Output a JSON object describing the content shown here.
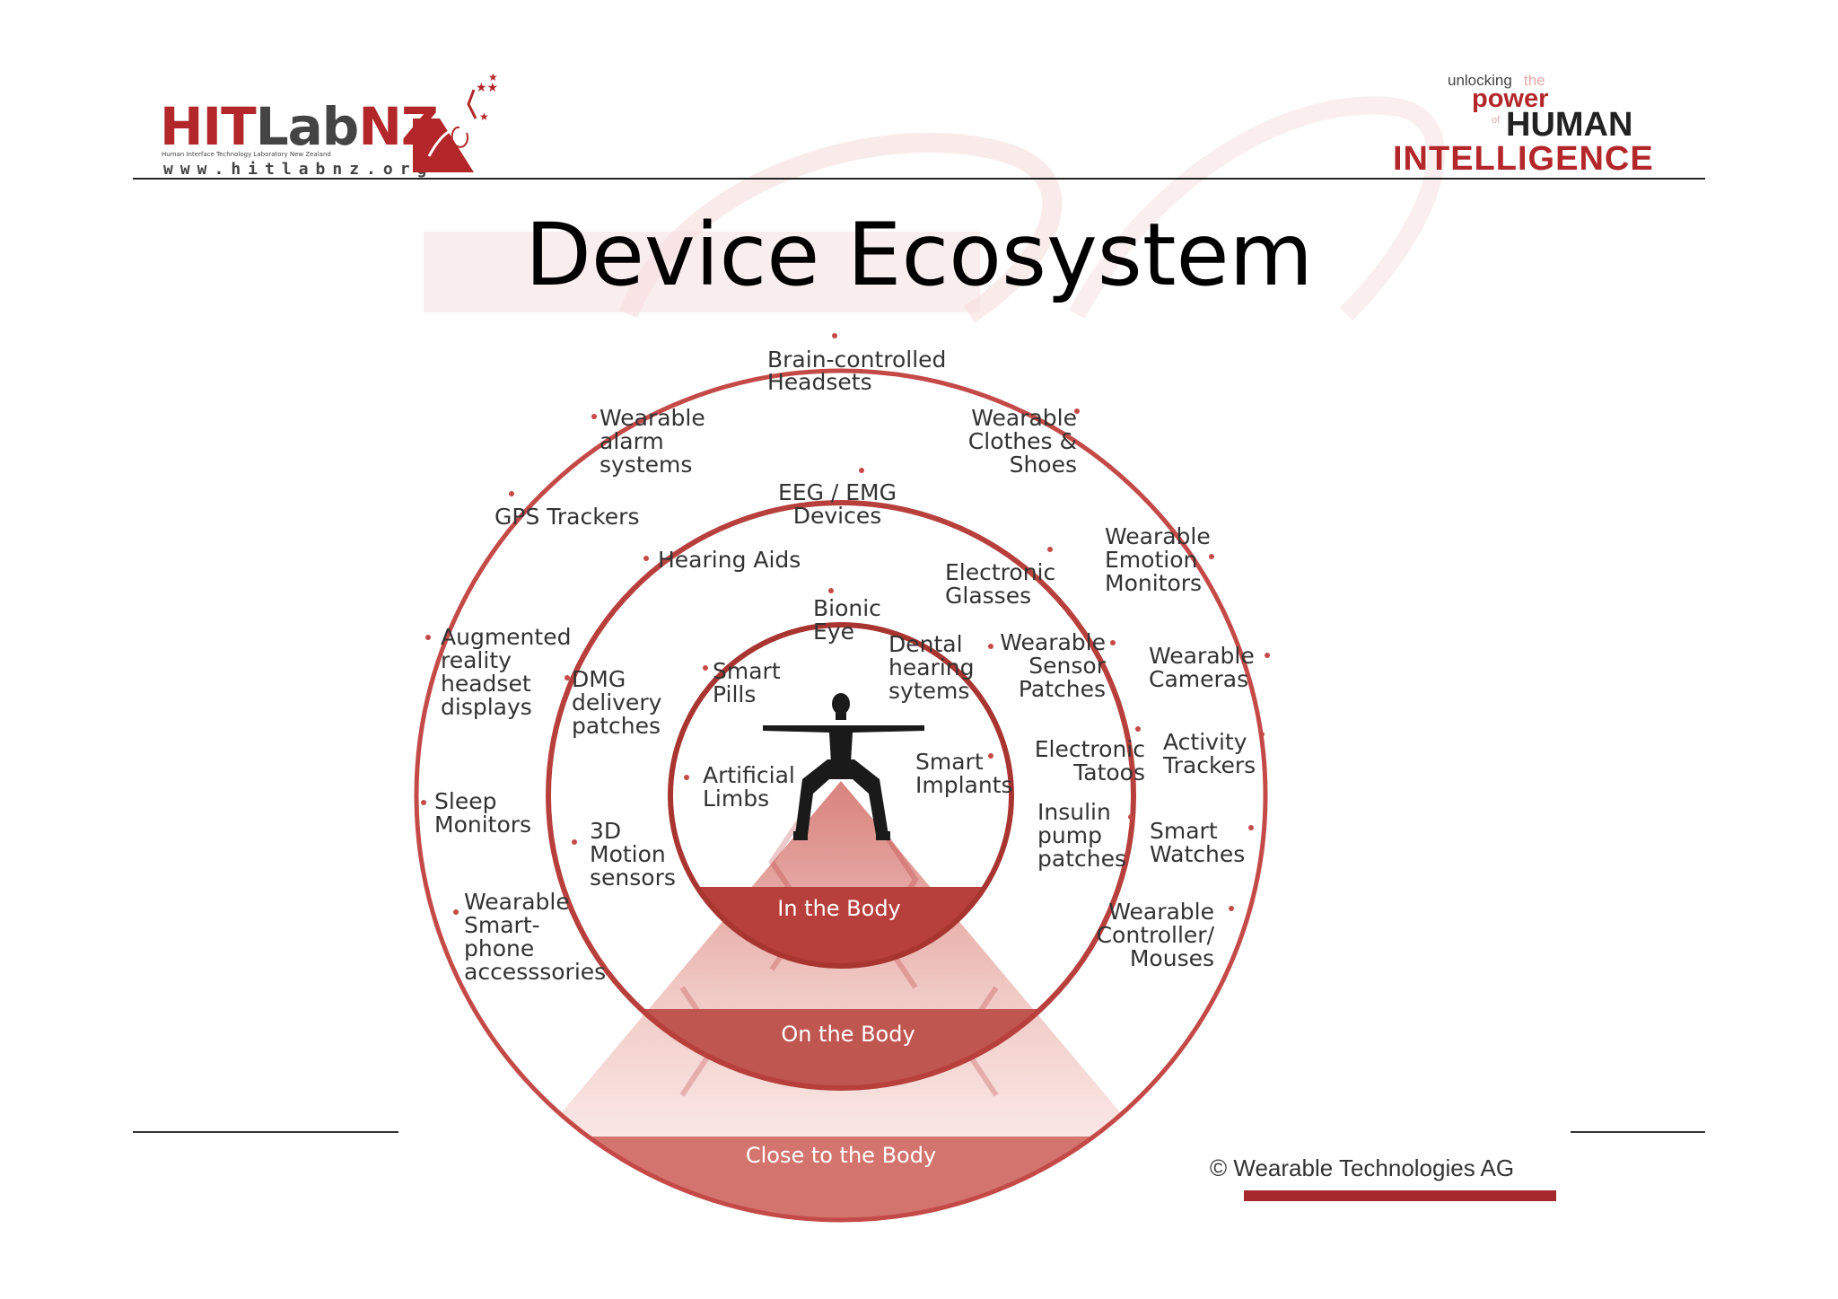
{
  "header": {
    "logo_left": {
      "wordmark_red": "HIT",
      "wordmark_dark": "Lab",
      "wordmark_red2": "NZ",
      "tagline": "Human Interface Technology Laboratory New Zealand",
      "url": "www.hitlabnz.org"
    },
    "logo_right": {
      "line1": "unlocking",
      "line1_suffix": "the",
      "line2": "power",
      "line3_prefix": "of",
      "line3": "HUMAN",
      "line4": "INTELLIGENCE"
    }
  },
  "title": "Device Ecosystem",
  "diagram": {
    "bands": {
      "inner": "In the Body",
      "middle": "On the Body",
      "outer": "Close to the Body"
    },
    "outer_ring": [
      {
        "id": "brain",
        "lines": [
          "Brain-controlled",
          "Headsets"
        ]
      },
      {
        "id": "alarm",
        "lines": [
          "Wearable",
          "alarm",
          "systems"
        ]
      },
      {
        "id": "clothes",
        "lines": [
          "Wearable",
          "Clothes &",
          "Shoes"
        ]
      },
      {
        "id": "gps",
        "lines": [
          "GPS Trackers"
        ]
      },
      {
        "id": "emotion",
        "lines": [
          "Wearable",
          "Emotion",
          "Monitors"
        ]
      },
      {
        "id": "ar",
        "lines": [
          "Augmented",
          "reality",
          "headset",
          "displays"
        ]
      },
      {
        "id": "cameras",
        "lines": [
          "Wearable",
          "Cameras"
        ]
      },
      {
        "id": "activity",
        "lines": [
          "Activity",
          "Trackers"
        ]
      },
      {
        "id": "sleep",
        "lines": [
          "Sleep",
          "Monitors"
        ]
      },
      {
        "id": "watches",
        "lines": [
          "Smart",
          "Watches"
        ]
      },
      {
        "id": "smartphone",
        "lines": [
          "Wearable",
          "Smart-",
          "phone",
          "accesssories"
        ]
      },
      {
        "id": "controller",
        "lines": [
          "Wearable",
          "Controller/",
          "Mouses"
        ]
      }
    ],
    "middle_ring": [
      {
        "id": "eeg",
        "lines": [
          "EEG / EMG",
          "Devices"
        ]
      },
      {
        "id": "hearing",
        "lines": [
          "Hearing Aids"
        ]
      },
      {
        "id": "glasses",
        "lines": [
          "Electronic",
          "Glasses"
        ]
      },
      {
        "id": "sensor",
        "lines": [
          "Wearable",
          "Sensor",
          "Patches"
        ]
      },
      {
        "id": "dmg",
        "lines": [
          "DMG",
          "delivery",
          "patches"
        ]
      },
      {
        "id": "tatoos",
        "lines": [
          "Electronic",
          "Tatoos"
        ]
      },
      {
        "id": "insulin",
        "lines": [
          "Insulin",
          "pump",
          "patches"
        ]
      },
      {
        "id": "motion",
        "lines": [
          "3D",
          "Motion",
          "sensors"
        ]
      }
    ],
    "inner_ring": [
      {
        "id": "bionic",
        "lines": [
          "Bionic",
          "Eye"
        ]
      },
      {
        "id": "pills",
        "lines": [
          "Smart",
          "Pills"
        ]
      },
      {
        "id": "dental",
        "lines": [
          "Dental",
          "hearing",
          "sytems"
        ]
      },
      {
        "id": "implants",
        "lines": [
          "Smart",
          "Implants"
        ]
      },
      {
        "id": "limbs",
        "lines": [
          "Artificial",
          "Limbs"
        ]
      }
    ]
  },
  "footer": {
    "copyright": "© Wearable Technologies AG"
  },
  "colors": {
    "brand_red": "#b3262a",
    "ring_red": "#c44a47",
    "band_red": "#b8403c"
  }
}
